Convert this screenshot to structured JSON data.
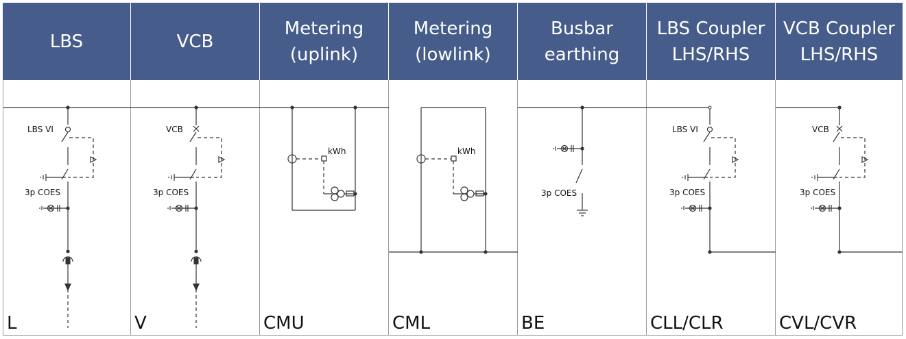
{
  "columns": [
    {
      "id": "lbs",
      "header": "LBS",
      "code": "L",
      "switch_label": "LBS VI",
      "coes_label": "3p COES"
    },
    {
      "id": "vcb",
      "header": "VCB",
      "code": "V",
      "switch_label": "VCB",
      "coes_label": "3p COES"
    },
    {
      "id": "cmu",
      "header": "Metering\n(uplink)",
      "code": "CMU",
      "meter_label": "kWh"
    },
    {
      "id": "cml",
      "header": "Metering\n(lowlink)",
      "code": "CML",
      "meter_label": "kWh"
    },
    {
      "id": "be",
      "header": "Busbar\nearthing",
      "code": "BE",
      "coes_label": "3p COES"
    },
    {
      "id": "cll",
      "header": "LBS Coupler\nLHS/RHS",
      "code": "CLL/CLR",
      "switch_label": "LBS VI",
      "coes_label": "3p COES"
    },
    {
      "id": "cvl",
      "header": "VCB Coupler\nLHS/RHS",
      "code": "CVL/CVR",
      "switch_label": "VCB",
      "coes_label": "3p COES"
    }
  ],
  "colors": {
    "header_bg": "#465d8b",
    "header_text": "#ffffff",
    "line": "#333333",
    "border": "#9a9a9a"
  }
}
